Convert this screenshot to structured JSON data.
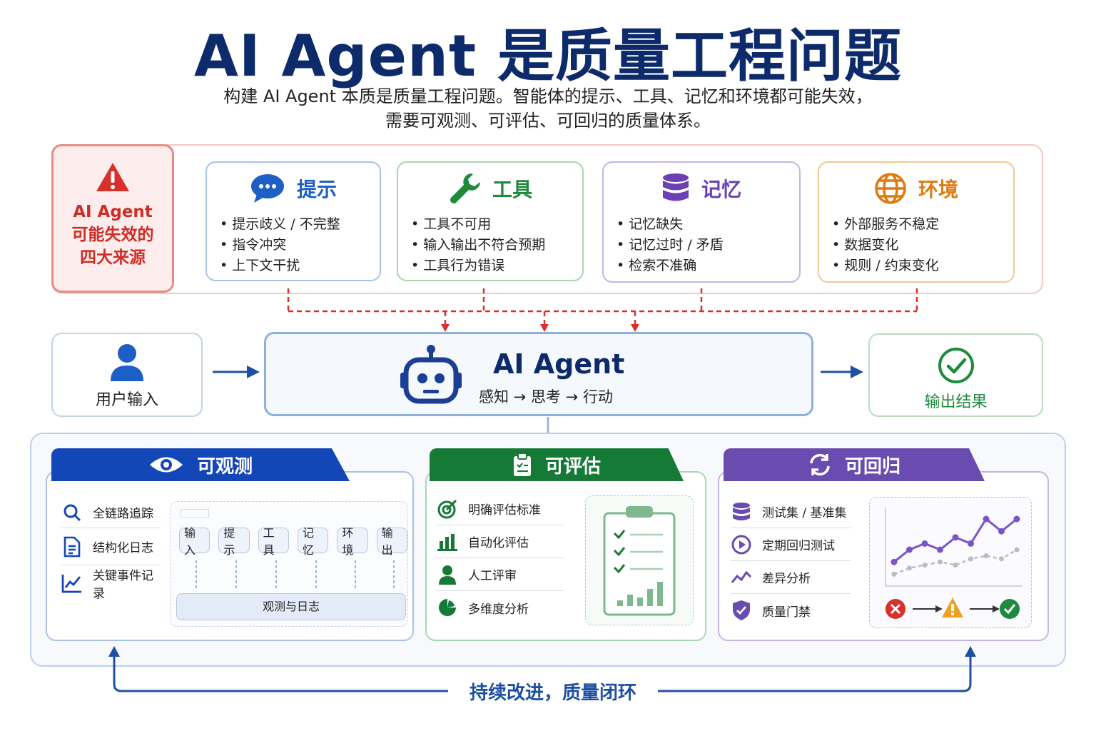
{
  "title": "AI Agent 是质量工程问题",
  "subtitle": {
    "line1": "构建 AI Agent 本质是质量工程问题。智能体的提示、工具、记忆和环境都可能失效，",
    "line2": "需要可观测、可评估、可回归的质量体系。"
  },
  "sources": {
    "main_label_lines": [
      "AI Agent",
      "可能失效的",
      "四大来源"
    ],
    "cards": [
      {
        "title": "提示",
        "color": "#1d5fc4",
        "icon": "chat-bubble-icon",
        "items": [
          "提示歧义 / 不完整",
          "指令冲突",
          "上下文干扰"
        ]
      },
      {
        "title": "工具",
        "color": "#1e8a3c",
        "icon": "wrench-icon",
        "items": [
          "工具不可用",
          "输入输出不符合预期",
          "工具行为错误"
        ]
      },
      {
        "title": "记忆",
        "color": "#6b3fb5",
        "icon": "database-icon",
        "items": [
          "记忆缺失",
          "记忆过时 / 矛盾",
          "检索不准确"
        ]
      },
      {
        "title": "环境",
        "color": "#e07b10",
        "icon": "globe-icon",
        "items": [
          "外部服务不稳定",
          "数据变化",
          "规则 / 约束变化"
        ]
      }
    ]
  },
  "pipeline": {
    "input_label": "用户输入",
    "agent_title": "AI Agent",
    "agent_subtitle": "感知 → 思考 → 行动",
    "output_label": "输出结果"
  },
  "observe": {
    "title": "可观测",
    "items": [
      "全链路追踪",
      "结构化日志",
      "关键事件记录"
    ],
    "flow_steps": [
      "输入",
      "提示",
      "工具",
      "记忆",
      "环境",
      "输出"
    ],
    "flow_footer": "观测与日志"
  },
  "evaluate": {
    "title": "可评估",
    "items": [
      "明确评估标准",
      "自动化评估",
      "人工评审",
      "多维度分析"
    ]
  },
  "regress": {
    "title": "可回归",
    "items": [
      "测试集 / 基准集",
      "定期回归测试",
      "差异分析",
      "质量门禁"
    ],
    "chart_data": {
      "type": "line",
      "x": [
        1,
        2,
        3,
        4,
        5,
        6,
        7,
        8,
        9
      ],
      "series": [
        {
          "values": [
            3,
            5,
            6,
            5,
            7,
            6,
            10,
            8,
            10
          ],
          "color": "#7b55c7"
        },
        {
          "values": [
            1,
            2,
            2.5,
            3,
            2.5,
            3.5,
            4,
            3.5,
            5
          ],
          "color": "#b9bcc4"
        }
      ]
    }
  },
  "loop_label": "持续改进，质量闭环",
  "colors": {
    "navy": "#0d2a6b",
    "blue": "#1f4fa3",
    "observe": "#1347b8",
    "evaluate": "#157a36",
    "regress": "#6a4bb0",
    "danger": "#cf2d26"
  }
}
